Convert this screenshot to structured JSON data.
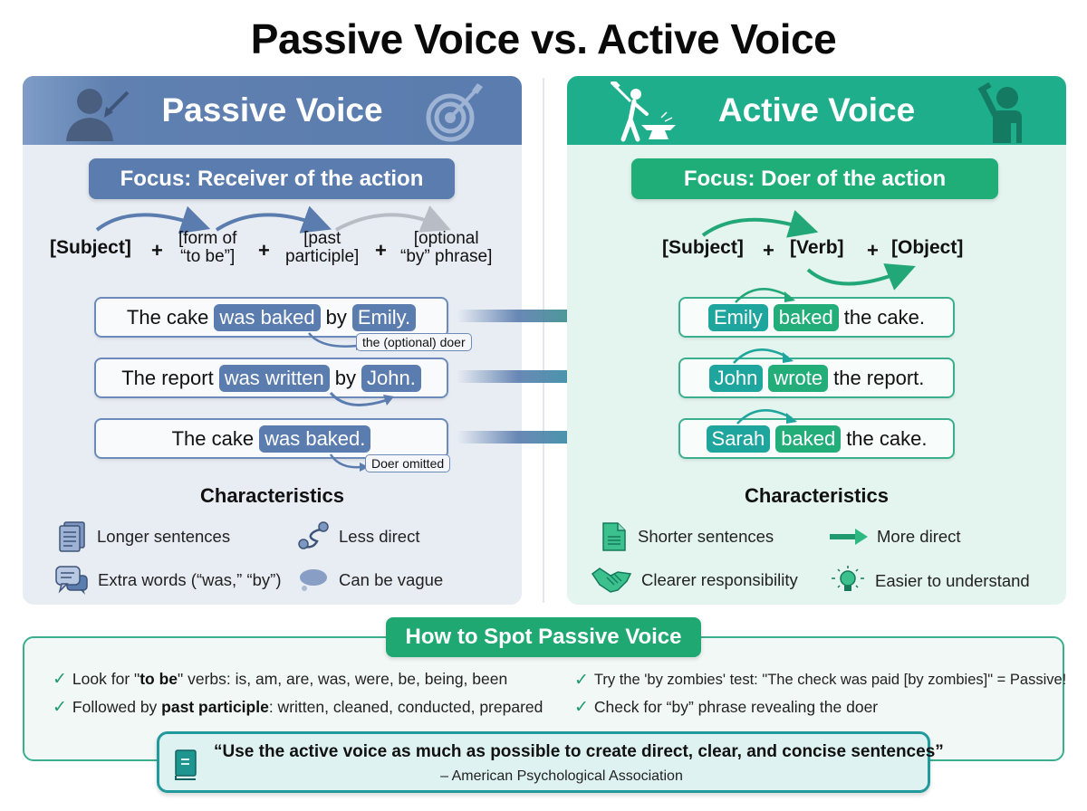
{
  "title": "Passive Voice vs. Active Voice",
  "passive": {
    "header": "Passive Voice",
    "header_icons": [
      "person-receiving-arrow-icon",
      "target-icon"
    ],
    "focus": "Focus: Receiver of the action",
    "formula": {
      "subject": "[Subject]",
      "plus": "+",
      "to_be_line1": "[form of",
      "to_be_line2": "“to be”]",
      "participle_line1": "[past",
      "participle_line2": "participle]",
      "by_line1": "[optional",
      "by_line2": "“by” phrase]"
    },
    "sentences": [
      {
        "pre": "The cake",
        "verb": "was baked",
        "mid": "by",
        "doer": "Emily.",
        "note": "the (optional) doer"
      },
      {
        "pre": "The report",
        "verb": "was written",
        "mid": "by",
        "doer": "John.",
        "note": ""
      },
      {
        "pre": "The cake",
        "verb": "was baked.",
        "mid": "",
        "doer": "",
        "note": "Doer omitted"
      }
    ],
    "characteristics_title": "Characteristics",
    "characteristics": [
      {
        "icon": "documents-icon",
        "label": "Longer sentences"
      },
      {
        "icon": "winding-route-icon",
        "label": "Less direct"
      },
      {
        "icon": "speech-bubbles-icon",
        "label": "Extra words (“was,” “by”)"
      },
      {
        "icon": "cloud-icon",
        "label": "Can be vague"
      }
    ]
  },
  "active": {
    "header": "Active Voice",
    "header_icons": [
      "blacksmith-icon",
      "person-hammer-icon"
    ],
    "focus": "Focus: Doer of the action",
    "formula": {
      "subject": "[Subject]",
      "plus": "+",
      "verb": "[Verb]",
      "object": "[Object]"
    },
    "sentences": [
      {
        "doer": "Emily",
        "verb": "baked",
        "rest": "the cake."
      },
      {
        "doer": "John",
        "verb": "wrote",
        "rest": "the report."
      },
      {
        "doer": "Sarah",
        "verb": "baked",
        "rest": "the cake."
      }
    ],
    "characteristics_title": "Characteristics",
    "characteristics": [
      {
        "icon": "document-icon",
        "label": "Shorter sentences"
      },
      {
        "icon": "arrow-right-icon",
        "label": "More direct"
      },
      {
        "icon": "handshake-icon",
        "label": "Clearer responsibility"
      },
      {
        "icon": "lightbulb-icon",
        "label": "Easier to understand"
      }
    ]
  },
  "spot": {
    "title": "How to Spot Passive Voice",
    "tips": [
      {
        "pre": "Look for \"",
        "bold": "to be",
        "post": "\" verbs: is, am, are, was, were, be, being, been"
      },
      {
        "pre": "Followed by ",
        "bold": "past participle",
        "post": ": written, cleaned, conducted, prepared"
      },
      {
        "pre": "Try the 'by zombies' test: \"The check was paid [by zombies]\" = Passive!",
        "bold": "",
        "post": ""
      },
      {
        "pre": "Check for “by” phrase revealing the doer",
        "bold": "",
        "post": ""
      }
    ],
    "check_glyph": "✓"
  },
  "quote": {
    "icon": "book-icon",
    "text": "“Use the active voice as much as possible to create direct, clear, and concise sentences”",
    "attribution": "– American Psychological Association"
  },
  "colors": {
    "passive": "#5a7cae",
    "active": "#1fae8c",
    "active_green": "#23ad78",
    "teal": "#1ea59d",
    "quote_border": "#22999a"
  }
}
